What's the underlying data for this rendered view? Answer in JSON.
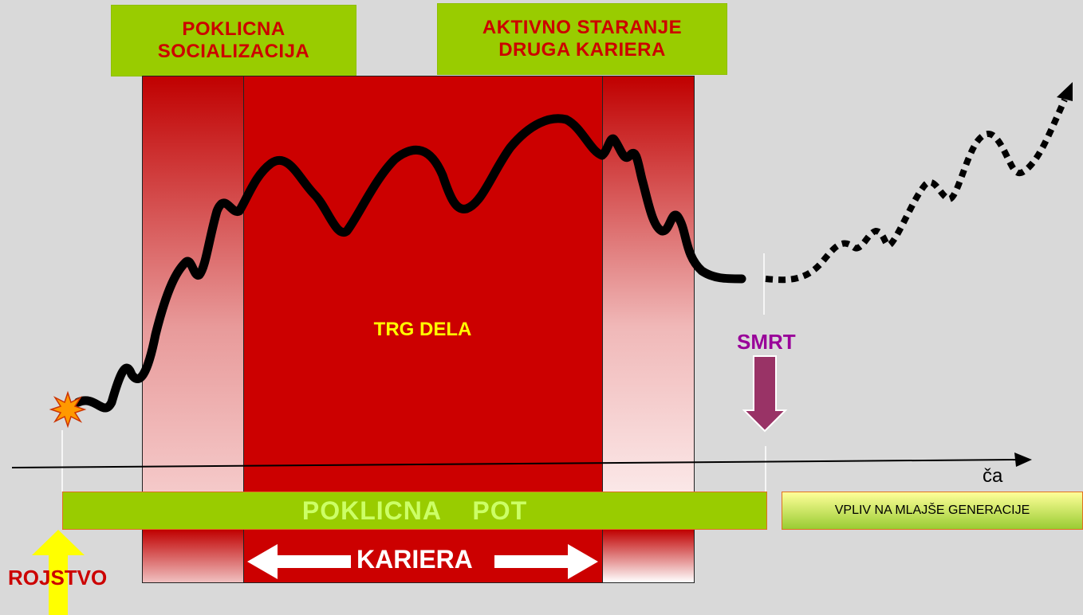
{
  "top_labels": {
    "left": [
      "POKLICNA",
      "SOCIALIZACIJA"
    ],
    "right": [
      "AKTIVNO STARANJE",
      "DRUGA KARIERA"
    ]
  },
  "center": {
    "trg_dela": "TRG DELA"
  },
  "smrt": {
    "label": "SMRT"
  },
  "axis": {
    "label": "ča"
  },
  "bottom": {
    "poklicna_pot": "POKLICNA    POT",
    "vpliv": "VPLIV NA MLAJŠE GENERACIJE",
    "kariera": "KARIERA",
    "rojstvo": "ROJSTVO"
  },
  "colors": {
    "background": "#d9d9d9",
    "green": "#99cc00",
    "red": "#cc0000",
    "yellow": "#ffff00",
    "purple": "#993366",
    "curve": "#000000"
  }
}
